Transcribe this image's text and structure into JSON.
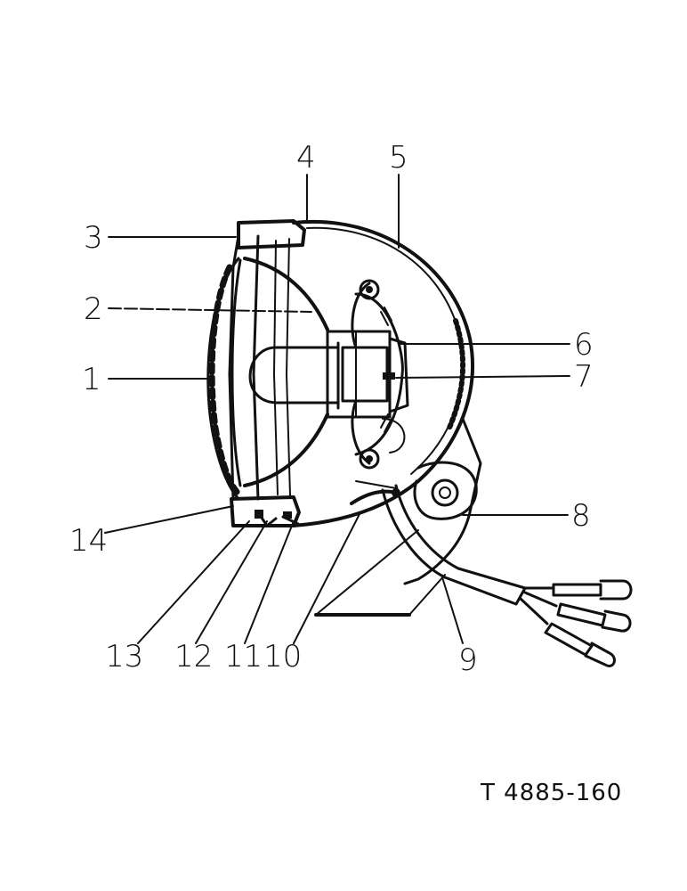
{
  "drawing": {
    "code": "T 4885-160",
    "callouts": [
      "1",
      "2",
      "3",
      "4",
      "5",
      "6",
      "7",
      "8",
      "9",
      "10",
      "11",
      "12",
      "13",
      "14"
    ]
  },
  "colors": {
    "ink": "#111111",
    "paper": "#ffffff"
  }
}
